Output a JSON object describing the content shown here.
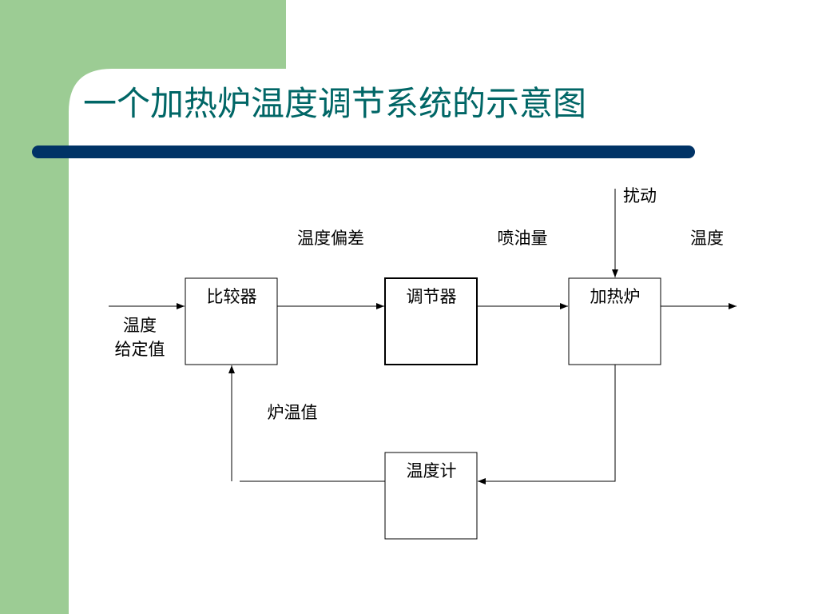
{
  "slide": {
    "title": "一个加热炉温度调节系统的示意图",
    "colors": {
      "green_band": "#9ccc94",
      "title": "#006666",
      "rule_bar": "#003366",
      "background": "#ffffff"
    }
  },
  "diagram": {
    "blocks": {
      "comparator": "比较器",
      "controller": "调节器",
      "furnace": "加热炉",
      "thermometer": "温度计"
    },
    "signals": {
      "setpoint_line1": "温度",
      "setpoint_line2": "给定值",
      "deviation": "温度偏差",
      "fuel_amount": "喷油量",
      "disturbance": "扰动",
      "output_temperature": "温度",
      "furnace_temp_value": "炉温值"
    }
  }
}
